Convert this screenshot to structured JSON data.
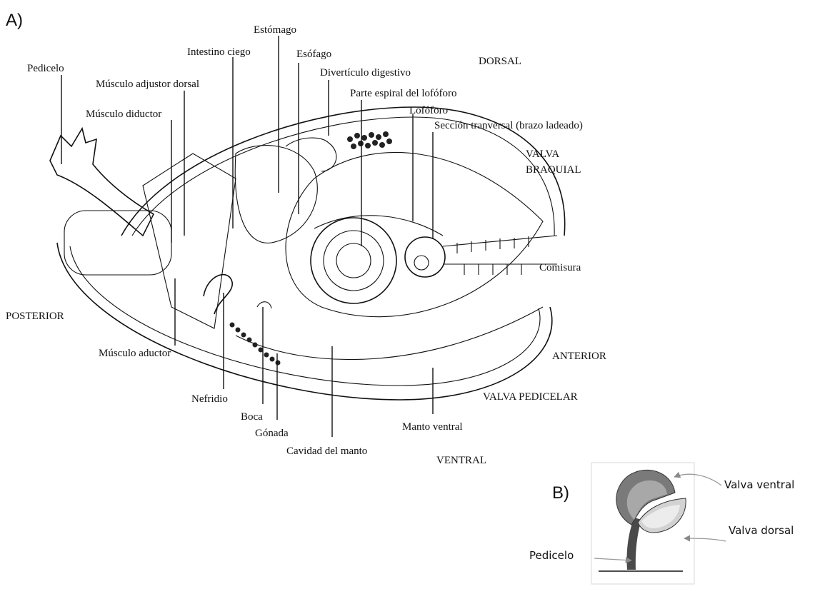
{
  "panels": {
    "a": "A)",
    "b": "B)"
  },
  "orientation": {
    "dorsal": "DORSAL",
    "posterior": "POSTERIOR",
    "anterior": "ANTERIOR",
    "ventral": "VENTRAL",
    "valva_braquial_1": "VALVA",
    "valva_braquial_2": "BRAQUIAL",
    "valva_pedicelar": "VALVA PEDICELAR",
    "comisura": "Comisura"
  },
  "labels": {
    "estomago": "Estómago",
    "intestino_ciego": "Intestino ciego",
    "esofago": "Esófago",
    "pedicelo": "Pedicelo",
    "musculo_adjustor_dorsal": "Músculo adjustor dorsal",
    "diverticulo_digestivo": "Divertículo digestivo",
    "parte_espiral": "Parte espiral del lofóforo",
    "lofoforo": "Lofóforo",
    "musculo_diductor": "Músculo diductor",
    "seccion_transversal": "Sección tranversal (brazo ladeado)",
    "musculo_aductor": "Músculo aductor",
    "nefridio": "Nefridio",
    "boca": "Boca",
    "gonada": "Gónada",
    "cavidad_manto": "Cavidad del manto",
    "manto_ventral": "Manto ventral"
  },
  "panel_b": {
    "valva_ventral": "Valva  ventral",
    "valva_dorsal": "Valva  dorsal",
    "pedicelo": "Pedicelo"
  },
  "colors": {
    "shell_dark": "#7a7a7a",
    "shell_mid": "#a8a8a8",
    "shell_light": "#d2d2d2",
    "stalk": "#4a4a4a",
    "arrow": "#9a9a9a"
  }
}
